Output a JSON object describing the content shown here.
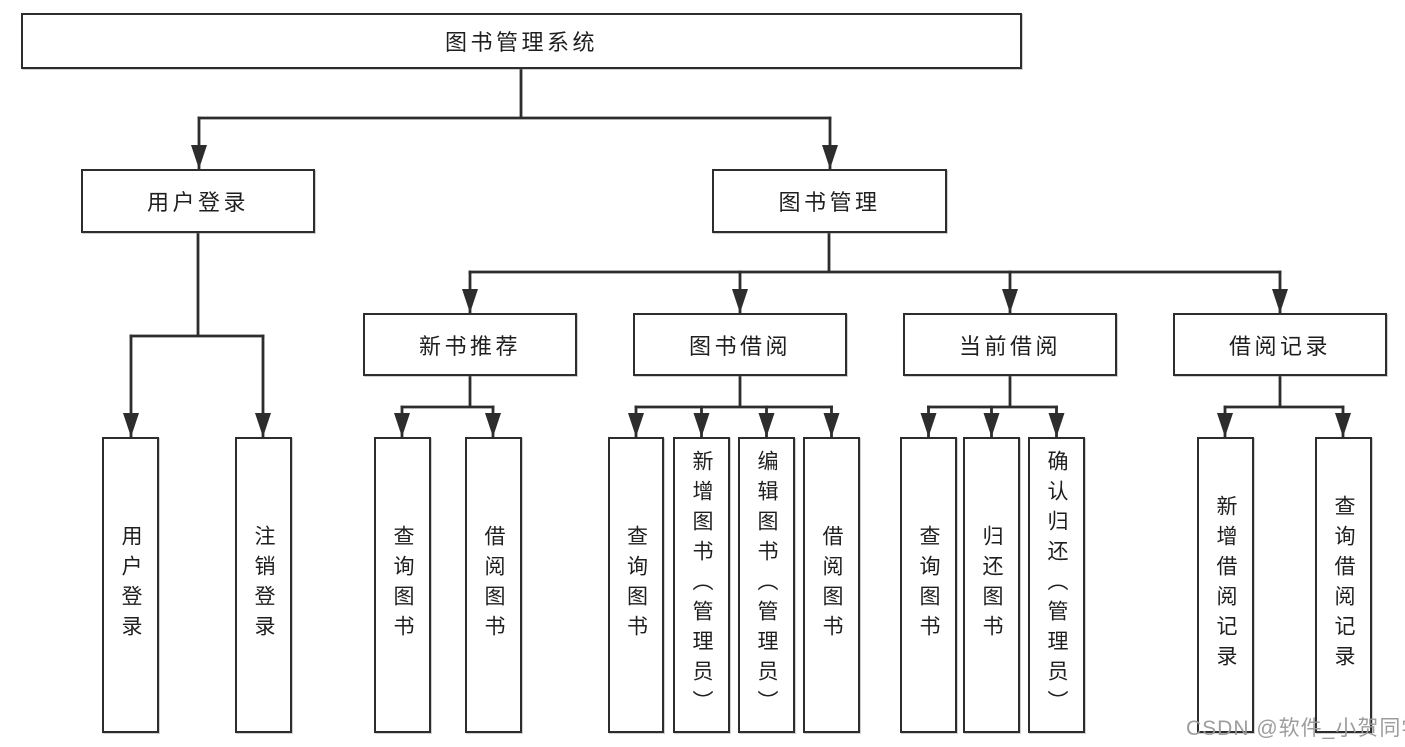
{
  "tree": {
    "root": {
      "label": "图书管理系统"
    },
    "user_login": {
      "label": "用户登录",
      "children": [
        {
          "label": "用户登录"
        },
        {
          "label": "注销登录"
        }
      ]
    },
    "book_mgmt": {
      "label": "图书管理",
      "children": [
        {
          "label": "新书推荐",
          "children": [
            {
              "label": "查询图书"
            },
            {
              "label": "借阅图书"
            }
          ]
        },
        {
          "label": "图书借阅",
          "children": [
            {
              "label": "查询图书"
            },
            {
              "label": "新增图书（管理员）"
            },
            {
              "label": "编辑图书（管理员）"
            },
            {
              "label": "借阅图书"
            }
          ]
        },
        {
          "label": "当前借阅",
          "children": [
            {
              "label": "查询图书"
            },
            {
              "label": "归还图书"
            },
            {
              "label": "确认归还（管理员）"
            }
          ]
        },
        {
          "label": "借阅记录",
          "children": [
            {
              "label": "新增借阅记录"
            },
            {
              "label": "查询借阅记录"
            }
          ]
        }
      ]
    }
  },
  "watermark": "CSDN @软件_小贺同学",
  "colors": {
    "line": "#2d2d2d",
    "box_border": "#2d2d2d",
    "text": "#1f1f1f",
    "watermark": "#989898",
    "background": "#ffffff"
  }
}
